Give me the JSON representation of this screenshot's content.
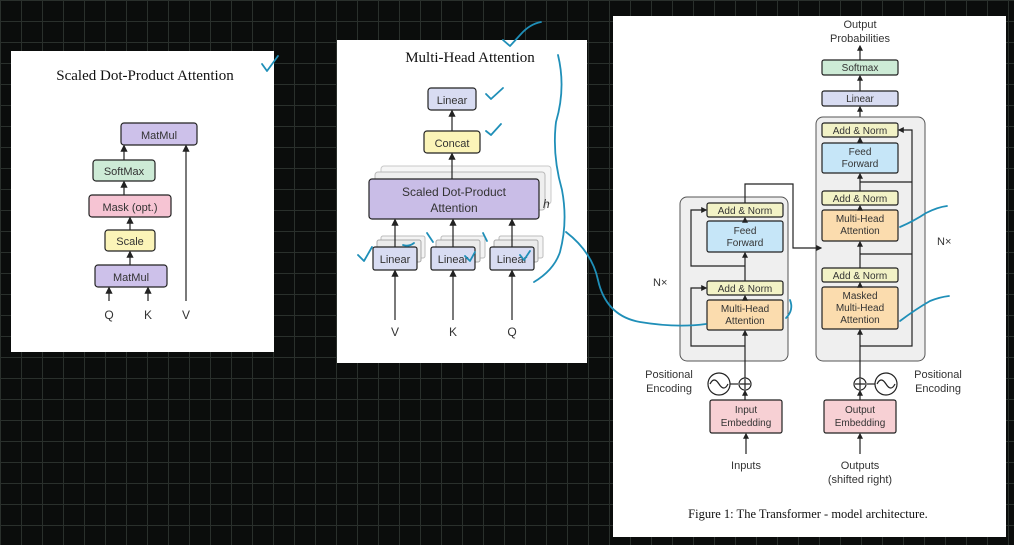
{
  "sdpa": {
    "title": "Scaled Dot-Product Attention",
    "matmul_top": "MatMul",
    "softmax": "SoftMax",
    "mask": "Mask (opt.)",
    "scale": "Scale",
    "matmul_bottom": "MatMul",
    "input_q": "Q",
    "input_k": "K",
    "input_v": "V"
  },
  "mha": {
    "title": "Multi-Head Attention",
    "linear_top": "Linear",
    "concat": "Concat",
    "sdpa_line1": "Scaled Dot-Product",
    "sdpa_line2": "Attention",
    "h_label": "h",
    "linear_1": "Linear",
    "linear_2": "Linear",
    "linear_3": "Linear",
    "input_v": "V",
    "input_k": "K",
    "input_q": "Q"
  },
  "transformer": {
    "output_line1": "Output",
    "output_line2": "Probabilities",
    "softmax": "Softmax",
    "linear": "Linear",
    "dec_addnorm_top": "Add & Norm",
    "dec_ff_line1": "Feed",
    "dec_ff_line2": "Forward",
    "dec_addnorm_mid": "Add & Norm",
    "dec_mha_line1": "Multi-Head",
    "dec_mha_line2": "Attention",
    "dec_addnorm_low": "Add & Norm",
    "dec_masked_line1": "Masked",
    "dec_masked_line2": "Multi-Head",
    "dec_masked_line3": "Attention",
    "enc_addnorm_top": "Add & Norm",
    "enc_ff_line1": "Feed",
    "enc_ff_line2": "Forward",
    "enc_addnorm_low": "Add & Norm",
    "enc_mha_line1": "Multi-Head",
    "enc_mha_line2": "Attention",
    "enc_nx": "N×",
    "dec_nx": "N×",
    "pos_enc_left_1": "Positional",
    "pos_enc_left_2": "Encoding",
    "pos_enc_right_1": "Positional",
    "pos_enc_right_2": "Encoding",
    "input_emb_1": "Input",
    "input_emb_2": "Embedding",
    "output_emb_1": "Output",
    "output_emb_2": "Embedding",
    "inputs": "Inputs",
    "outputs_1": "Outputs",
    "outputs_2": "(shifted right)",
    "caption": "Figure 1: The Transformer - model architecture."
  },
  "colors": {
    "background": "#0b0d0c",
    "grid": "#2a302c",
    "matmul": "#cdc1ea",
    "softmax": "#cdebd6",
    "mask": "#f6c4d3",
    "scale": "#fbf4b8",
    "linear": "#d8dcf2",
    "concat": "#fbf4b8",
    "attention": "#fbdcae",
    "feed_forward": "#c6e6f8",
    "add_norm": "#f2f2c6",
    "embedding": "#f7d0d4",
    "annotation_ink": "#1f8fb8"
  }
}
